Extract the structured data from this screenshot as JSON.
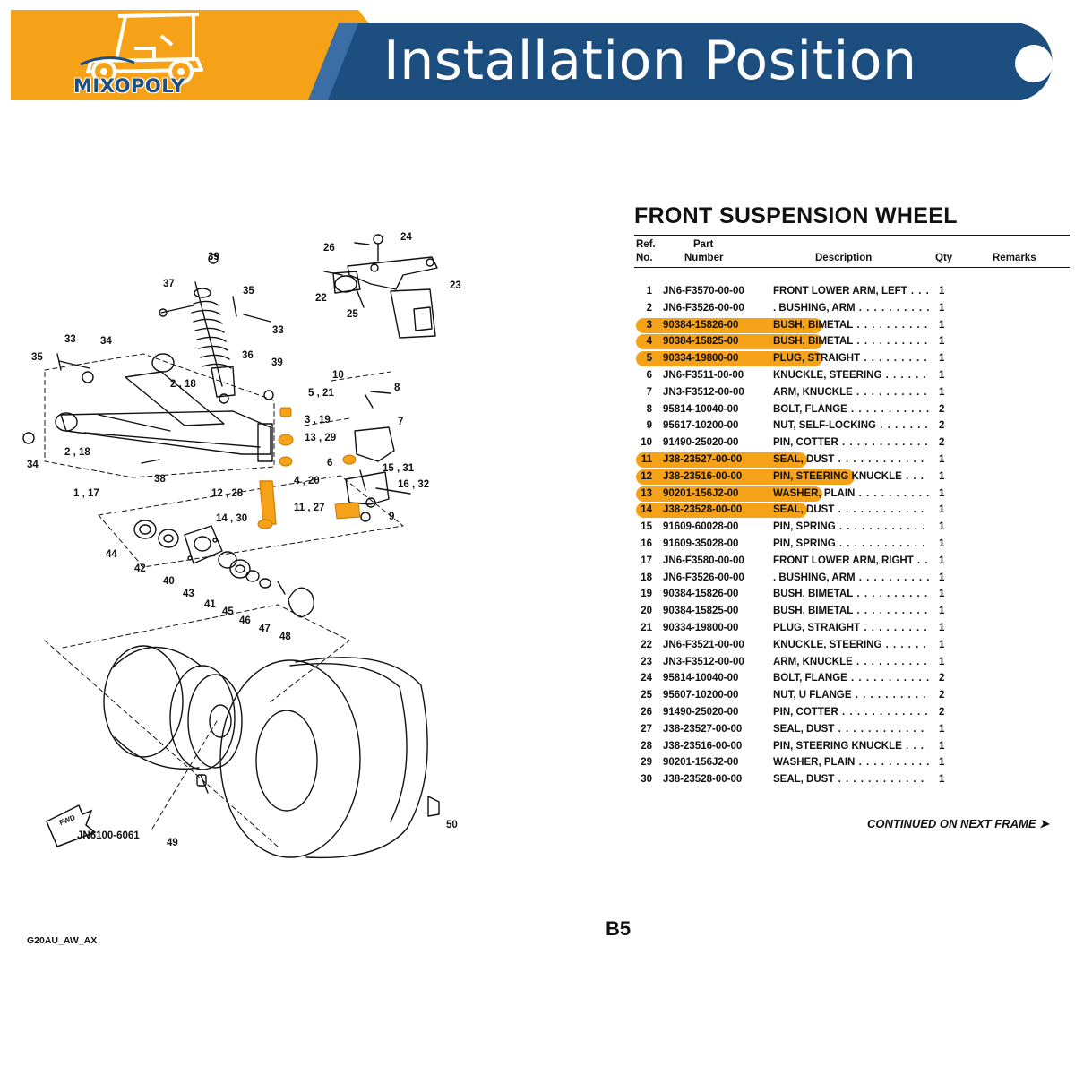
{
  "header": {
    "title": "Installation Position",
    "logo_text": "MIXOPOLY",
    "colors": {
      "orange": "#f6a219",
      "navy": "#1c4f80",
      "accent": "#3a6ea5"
    }
  },
  "diagram": {
    "figure_code": "JN6100-6061",
    "fwd_label": "FWD",
    "callouts": {
      "c24": "24",
      "c26": "26",
      "c23": "23",
      "c22": "22",
      "c25": "25",
      "c39a": "39",
      "c37": "37",
      "c35a": "35",
      "c33a": "33",
      "c36": "36",
      "c33b": "33",
      "c34a": "34",
      "c35b": "35",
      "c218a": "2 , 18",
      "c39b": "39",
      "c10": "10",
      "c8": "8",
      "c521": "5 , 21",
      "c319": "3 , 19",
      "c7": "7",
      "c1329": "13 , 29",
      "c6": "6",
      "c1531": "15 , 31",
      "c420": "4 , 20",
      "c1632": "16 , 32",
      "c34b": "34",
      "c218b": "2 , 18",
      "c38": "38",
      "c117": "1 , 17",
      "c1228": "12 , 28",
      "c1127": "11 , 27",
      "c9": "9",
      "c1430": "14 , 30",
      "c44": "44",
      "c42": "42",
      "c40": "40",
      "c43": "43",
      "c41": "41",
      "c45": "45",
      "c46": "46",
      "c47": "47",
      "c48": "48",
      "c49": "49",
      "c50": "50"
    }
  },
  "parts_table": {
    "title": "FRONT SUSPENSION WHEEL",
    "headers": {
      "ref_line1": "Ref.",
      "ref_line2": "No.",
      "part_line1": "Part",
      "part_line2": "Number",
      "description": "Description",
      "qty": "Qty",
      "remarks": "Remarks"
    },
    "rows": [
      {
        "ref": "1",
        "part": "JN6-F3570-00-00",
        "desc": "FRONT LOWER ARM, LEFT",
        "qty": "1",
        "highlight": false
      },
      {
        "ref": "2",
        "part": "JN6-F3526-00-00",
        "desc": ". BUSHING, ARM",
        "qty": "1",
        "highlight": false
      },
      {
        "ref": "3",
        "part": "90384-15826-00",
        "desc": "BUSH, BIMETAL",
        "qty": "1",
        "highlight": true,
        "hl_fraction": 0.63
      },
      {
        "ref": "4",
        "part": "90384-15825-00",
        "desc": "BUSH, BIMETAL",
        "qty": "1",
        "highlight": true,
        "hl_fraction": 0.63
      },
      {
        "ref": "5",
        "part": "90334-19800-00",
        "desc": "PLUG, STRAIGHT",
        "qty": "1",
        "highlight": true,
        "hl_fraction": 0.63
      },
      {
        "ref": "6",
        "part": "JN6-F3511-00-00",
        "desc": "KNUCKLE, STEERING",
        "qty": "1",
        "highlight": false
      },
      {
        "ref": "7",
        "part": "JN3-F3512-00-00",
        "desc": "ARM, KNUCKLE",
        "qty": "1",
        "highlight": false
      },
      {
        "ref": "8",
        "part": "95814-10040-00",
        "desc": "BOLT, FLANGE",
        "qty": "2",
        "highlight": false
      },
      {
        "ref": "9",
        "part": "95617-10200-00",
        "desc": "NUT, SELF-LOCKING",
        "qty": "2",
        "highlight": false
      },
      {
        "ref": "10",
        "part": "91490-25020-00",
        "desc": "PIN, COTTER",
        "qty": "2",
        "highlight": false
      },
      {
        "ref": "11",
        "part": "J38-23527-00-00",
        "desc": "SEAL, DUST",
        "qty": "1",
        "highlight": true,
        "hl_fraction": 0.58
      },
      {
        "ref": "12",
        "part": "J38-23516-00-00",
        "desc": "PIN, STEERING KNUCKLE",
        "qty": "1",
        "highlight": true,
        "hl_fraction": 0.74
      },
      {
        "ref": "13",
        "part": "90201-156J2-00",
        "desc": "WASHER, PLAIN",
        "qty": "1",
        "highlight": true,
        "hl_fraction": 0.63
      },
      {
        "ref": "14",
        "part": "J38-23528-00-00",
        "desc": "SEAL, DUST",
        "qty": "1",
        "highlight": true,
        "hl_fraction": 0.58
      },
      {
        "ref": "15",
        "part": "91609-60028-00",
        "desc": "PIN, SPRING",
        "qty": "1",
        "highlight": false
      },
      {
        "ref": "16",
        "part": "91609-35028-00",
        "desc": "PIN, SPRING",
        "qty": "1",
        "highlight": false
      },
      {
        "ref": "17",
        "part": "JN6-F3580-00-00",
        "desc": "FRONT LOWER ARM, RIGHT",
        "qty": "1",
        "highlight": false
      },
      {
        "ref": "18",
        "part": "JN6-F3526-00-00",
        "desc": ". BUSHING, ARM",
        "qty": "1",
        "highlight": false
      },
      {
        "ref": "19",
        "part": "90384-15826-00",
        "desc": "BUSH, BIMETAL",
        "qty": "1",
        "highlight": false
      },
      {
        "ref": "20",
        "part": "90384-15825-00",
        "desc": "BUSH, BIMETAL",
        "qty": "1",
        "highlight": false
      },
      {
        "ref": "21",
        "part": "90334-19800-00",
        "desc": "PLUG, STRAIGHT",
        "qty": "1",
        "highlight": false
      },
      {
        "ref": "22",
        "part": "JN6-F3521-00-00",
        "desc": "KNUCKLE, STEERING",
        "qty": "1",
        "highlight": false
      },
      {
        "ref": "23",
        "part": "JN3-F3512-00-00",
        "desc": "ARM, KNUCKLE",
        "qty": "1",
        "highlight": false
      },
      {
        "ref": "24",
        "part": "95814-10040-00",
        "desc": "BOLT, FLANGE",
        "qty": "2",
        "highlight": false
      },
      {
        "ref": "25",
        "part": "95607-10200-00",
        "desc": "NUT, U FLANGE",
        "qty": "2",
        "highlight": false
      },
      {
        "ref": "26",
        "part": "91490-25020-00",
        "desc": "PIN, COTTER",
        "qty": "2",
        "highlight": false
      },
      {
        "ref": "27",
        "part": "J38-23527-00-00",
        "desc": "SEAL, DUST",
        "qty": "1",
        "highlight": false
      },
      {
        "ref": "28",
        "part": "J38-23516-00-00",
        "desc": "PIN, STEERING KNUCKLE",
        "qty": "1",
        "highlight": false
      },
      {
        "ref": "29",
        "part": "90201-156J2-00",
        "desc": "WASHER, PLAIN",
        "qty": "1",
        "highlight": false
      },
      {
        "ref": "30",
        "part": "J38-23528-00-00",
        "desc": "SEAL, DUST",
        "qty": "1",
        "highlight": false
      }
    ],
    "continued": "CONTINUED ON NEXT FRAME ➤"
  },
  "footer": {
    "page_label": "B5",
    "doc_code": "G20AU_AW_AX"
  }
}
